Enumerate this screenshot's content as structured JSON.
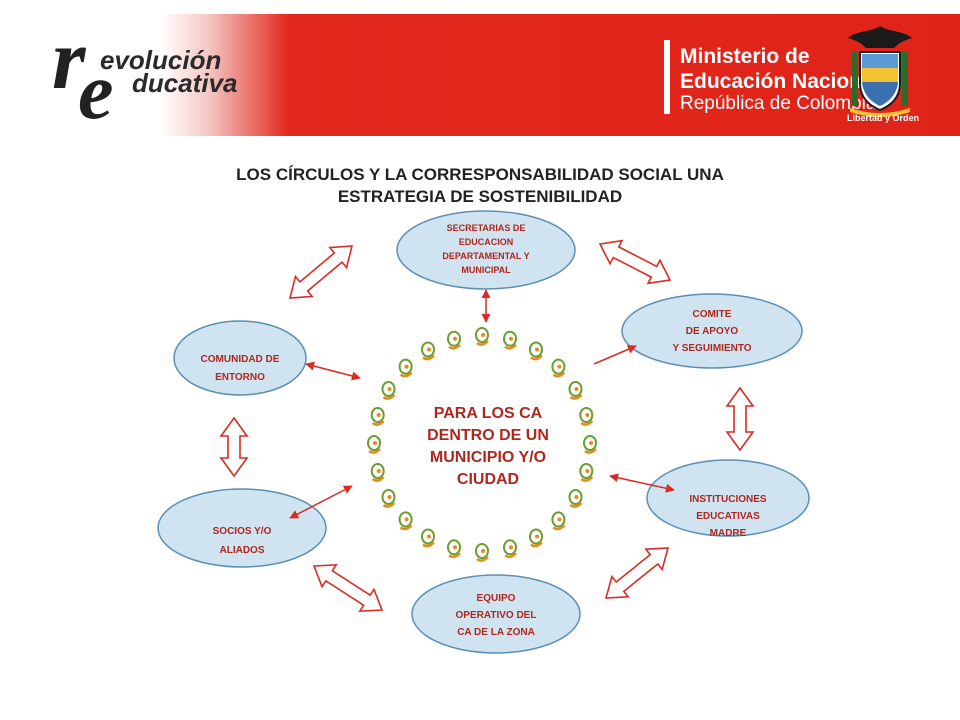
{
  "header": {
    "logo_words": [
      "r",
      "evolución",
      "e",
      "ducativa"
    ],
    "ministry": {
      "line1": "Ministerio de",
      "line2": "Educación Nacional",
      "line3": "República de Colombia",
      "motto": "Libertad y Orden"
    }
  },
  "title": {
    "line1": "LOS CÍRCULOS Y LA CORRESPONSABILIDAD SOCIAL UNA",
    "line2": "ESTRATEGIA DE SOSTENIBILIDAD"
  },
  "center": {
    "lines": [
      "PARA LOS CA",
      "DENTRO DE UN",
      "MUNICIPIO Y/O",
      "CIUDAD"
    ]
  },
  "nodes": {
    "secretarias": [
      "SECRETARIAS DE",
      "EDUCACION",
      "DEPARTAMENTAL Y",
      "MUNICIPAL"
    ],
    "comite": [
      "COMITE",
      "DE APOYO",
      "Y SEGUIMIENTO"
    ],
    "comunidad": [
      "COMUNIDAD DE",
      "ENTORNO"
    ],
    "instituciones": [
      "INSTITUCIONES",
      "EDUCATIVAS",
      "MADRE"
    ],
    "socios": [
      "SOCIOS Y/O",
      "ALIADOS"
    ],
    "equipo": [
      "EQUIPO",
      "OPERATIVO DEL",
      "CA  DE LA ZONA"
    ]
  },
  "colors": {
    "brand_red": "#e02318",
    "node_fill": "#cfe3f0",
    "node_stroke": "#5b8fb5",
    "text_red": "#b0271e",
    "arrow_red": "#d92b22",
    "icon_green": "#6a9d2e",
    "icon_orange": "#e88a1a"
  }
}
